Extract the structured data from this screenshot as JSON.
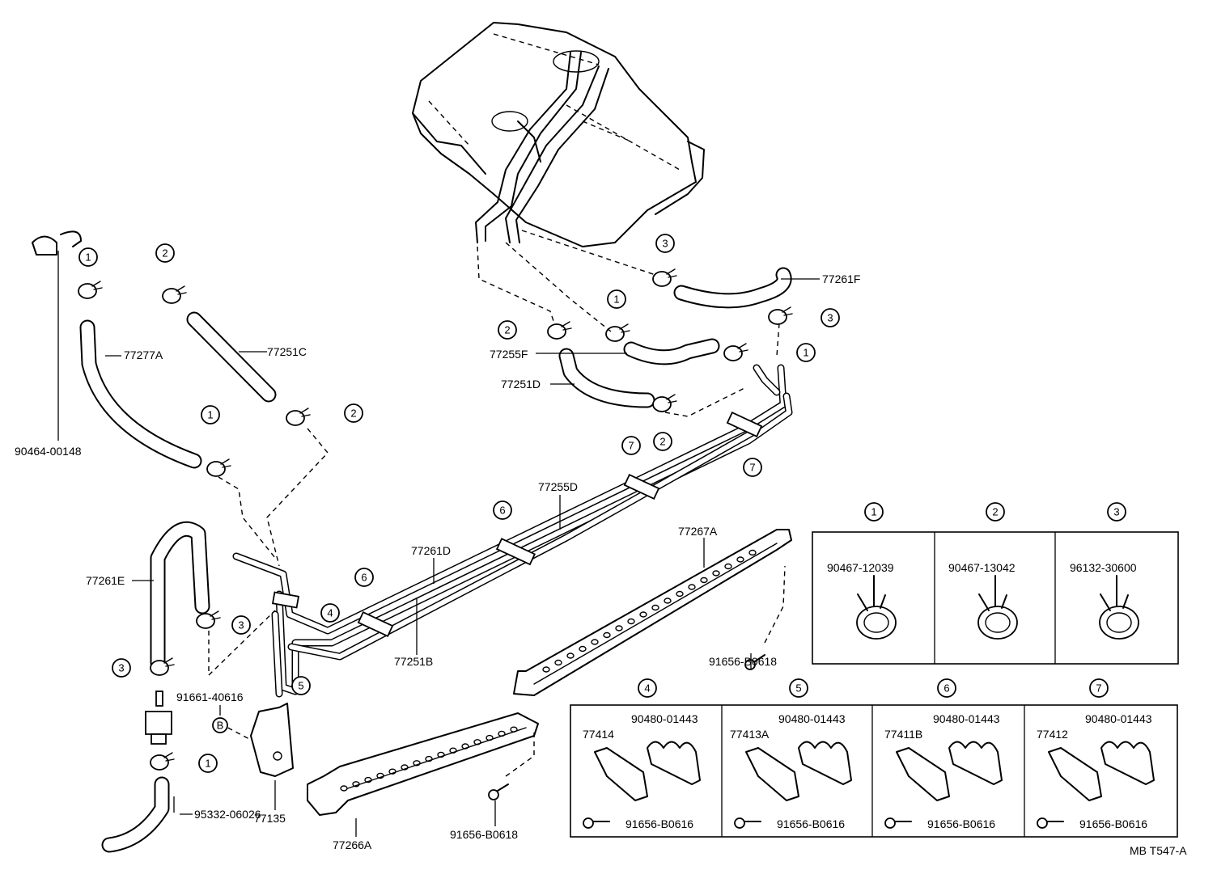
{
  "parts": {
    "p77277a": "77277A",
    "p77251c": "77251C",
    "p90464": "90464-00148",
    "p77261f": "77261F",
    "p77255f": "77255F",
    "p77251d": "77251D",
    "p77255d": "77255D",
    "p77261d": "77261D",
    "p77251b": "77251B",
    "p77267a": "77267A",
    "p77261e": "77261E",
    "p91661": "91661-40616",
    "p77135": "77135",
    "p95332": "95332-06026",
    "p77266a": "77266A",
    "p91656_0618_a": "91656-B0618",
    "p91656_0618_b": "91656-B0618",
    "marker_b": "B"
  },
  "callouts": {
    "c1": "1",
    "c2": "2",
    "c3": "3",
    "c4": "4",
    "c5": "5",
    "c6": "6",
    "c7": "7"
  },
  "clamp_table": [
    {
      "num": "1",
      "part": "90467-12039"
    },
    {
      "num": "2",
      "part": "90467-13042"
    },
    {
      "num": "3",
      "part": "96132-30600"
    }
  ],
  "clip_table": [
    {
      "num": "4",
      "bracket": "77414",
      "clip": "90480-01443",
      "bolt": "91656-B0616"
    },
    {
      "num": "5",
      "bracket": "77413A",
      "clip": "90480-01443",
      "bolt": "91656-B0616"
    },
    {
      "num": "6",
      "bracket": "77411B",
      "clip": "90480-01443",
      "bolt": "91656-B0616"
    },
    {
      "num": "7",
      "bracket": "77412",
      "clip": "90480-01443",
      "bolt": "91656-B0616"
    }
  ],
  "figure_code": "MB T547-A"
}
